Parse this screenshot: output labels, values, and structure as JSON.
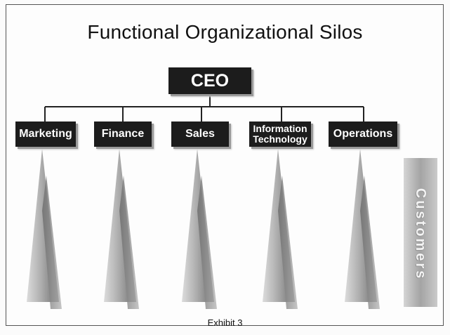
{
  "title": "Functional Organizational Silos",
  "ceo": "CEO",
  "departments": [
    "Marketing",
    "Finance",
    "Sales",
    "Information Technology",
    "Operations"
  ],
  "side_label": "Customers",
  "caption": "Exhibit 3",
  "colors": {
    "box": "#1c1c1c",
    "box_text": "#ffffff",
    "line": "#222222",
    "silo": "#8f8f8f"
  }
}
